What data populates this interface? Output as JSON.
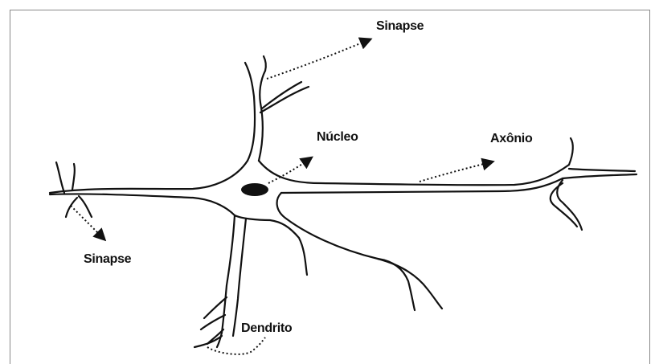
{
  "labels": {
    "sinapse_top": "Sinapse",
    "nucleo": "Núcleo",
    "axonio": "Axônio",
    "sinapse_left": "Sinapse",
    "dendrito": "Dendrito"
  },
  "colors": {
    "stroke": "#111111",
    "frame": "#8a8a8a"
  }
}
